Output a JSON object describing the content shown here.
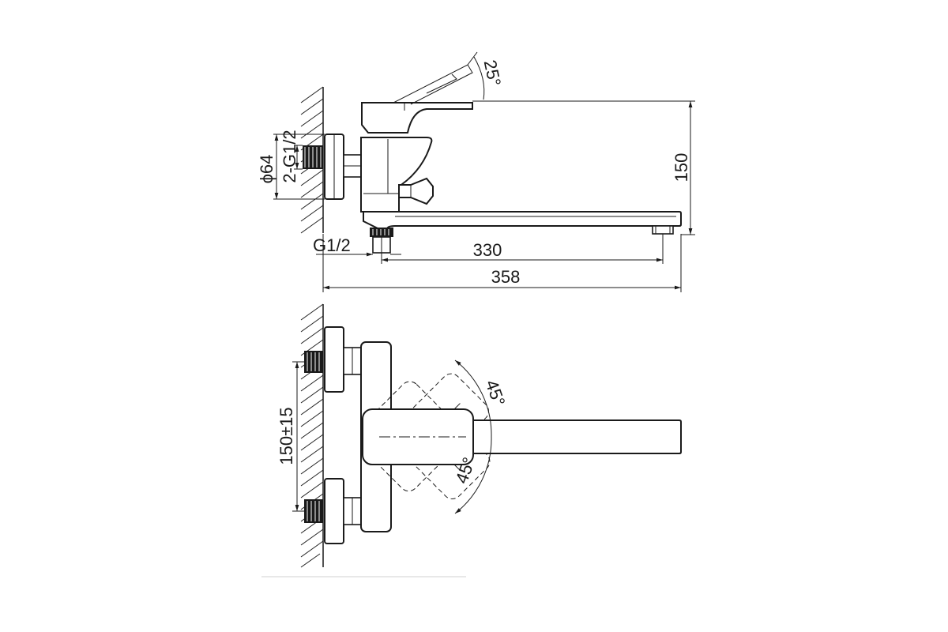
{
  "side_view": {
    "dims": {
      "thread_inlets": "2-G1/2",
      "flange_diameter": "ϕ64",
      "outlet_thread": "G1/2",
      "spout_reach": "330",
      "overall_length": "358",
      "height": "150",
      "lever_angle": "25°"
    }
  },
  "top_view": {
    "dims": {
      "inlet_spacing": "150±15",
      "rotation_upper": "45°",
      "rotation_lower": "45°"
    }
  }
}
